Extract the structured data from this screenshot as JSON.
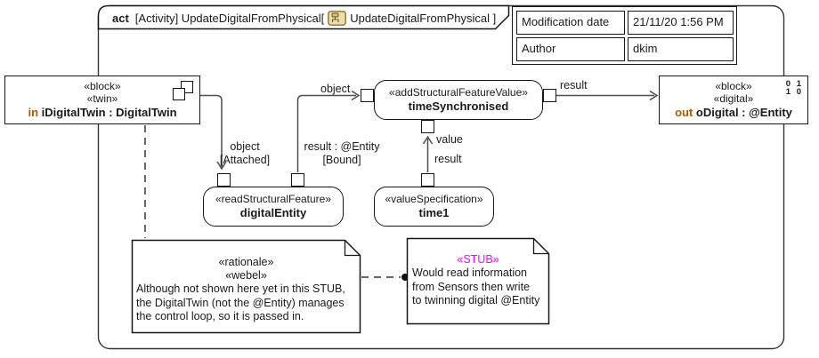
{
  "colors": {
    "inout_keyword": "#b05a00",
    "stub_stereotype": "#ff00ff",
    "connector": "#4d4d4d",
    "node_border": "#161616"
  },
  "frame": {
    "title_keyword": "act",
    "title_body": "[Activity] UpdateDigitalFromPhysical[",
    "title_tail": "UpdateDigitalFromPhysical ]"
  },
  "info_table": {
    "rows": [
      {
        "label": "Modification date",
        "value": "21/11/20 1:56 PM"
      },
      {
        "label": "Author",
        "value": "dkim"
      }
    ]
  },
  "nodes": {
    "iDigitalTwin": {
      "stereotype1": "«block»",
      "stereotype2": "«twin»",
      "direction": "in",
      "name": "iDigitalTwin : DigitalTwin"
    },
    "timeSynchronised": {
      "stereotype": "«addStructuralFeatureValue»",
      "name": "timeSynchronised"
    },
    "digitalEntity": {
      "stereotype": "«readStructuralFeature»",
      "name": "digitalEntity"
    },
    "time1": {
      "stereotype": "«valueSpecification»",
      "name": "time1"
    },
    "oDigital": {
      "stereotype1": "«block»",
      "stereotype2": "«digital»",
      "direction": "out",
      "name": "oDigital : @Entity",
      "badge": [
        "0 1",
        "1 0"
      ]
    }
  },
  "labels": {
    "object_attached_1": "object",
    "object_attached_2": "[Attached]",
    "result_bound_1": "result : @Entity",
    "result_bound_2": "[Bound]",
    "object_pin": "object",
    "result_pin": "result",
    "value_pin": "value",
    "result_vertical": "result"
  },
  "notes": {
    "rationale": {
      "stereotype1": "«rationale»",
      "stereotype2": "«webel»",
      "line1": "Although not shown here yet in this STUB,",
      "line2": "the DigitalTwin (not the @Entity) manages",
      "line3": "the control loop, so it is passed in."
    },
    "stub": {
      "stereotype": "«STUB»",
      "line1": "Would read information",
      "line2": "from Sensors then write",
      "line3": "to twinning digital @Entity"
    }
  }
}
